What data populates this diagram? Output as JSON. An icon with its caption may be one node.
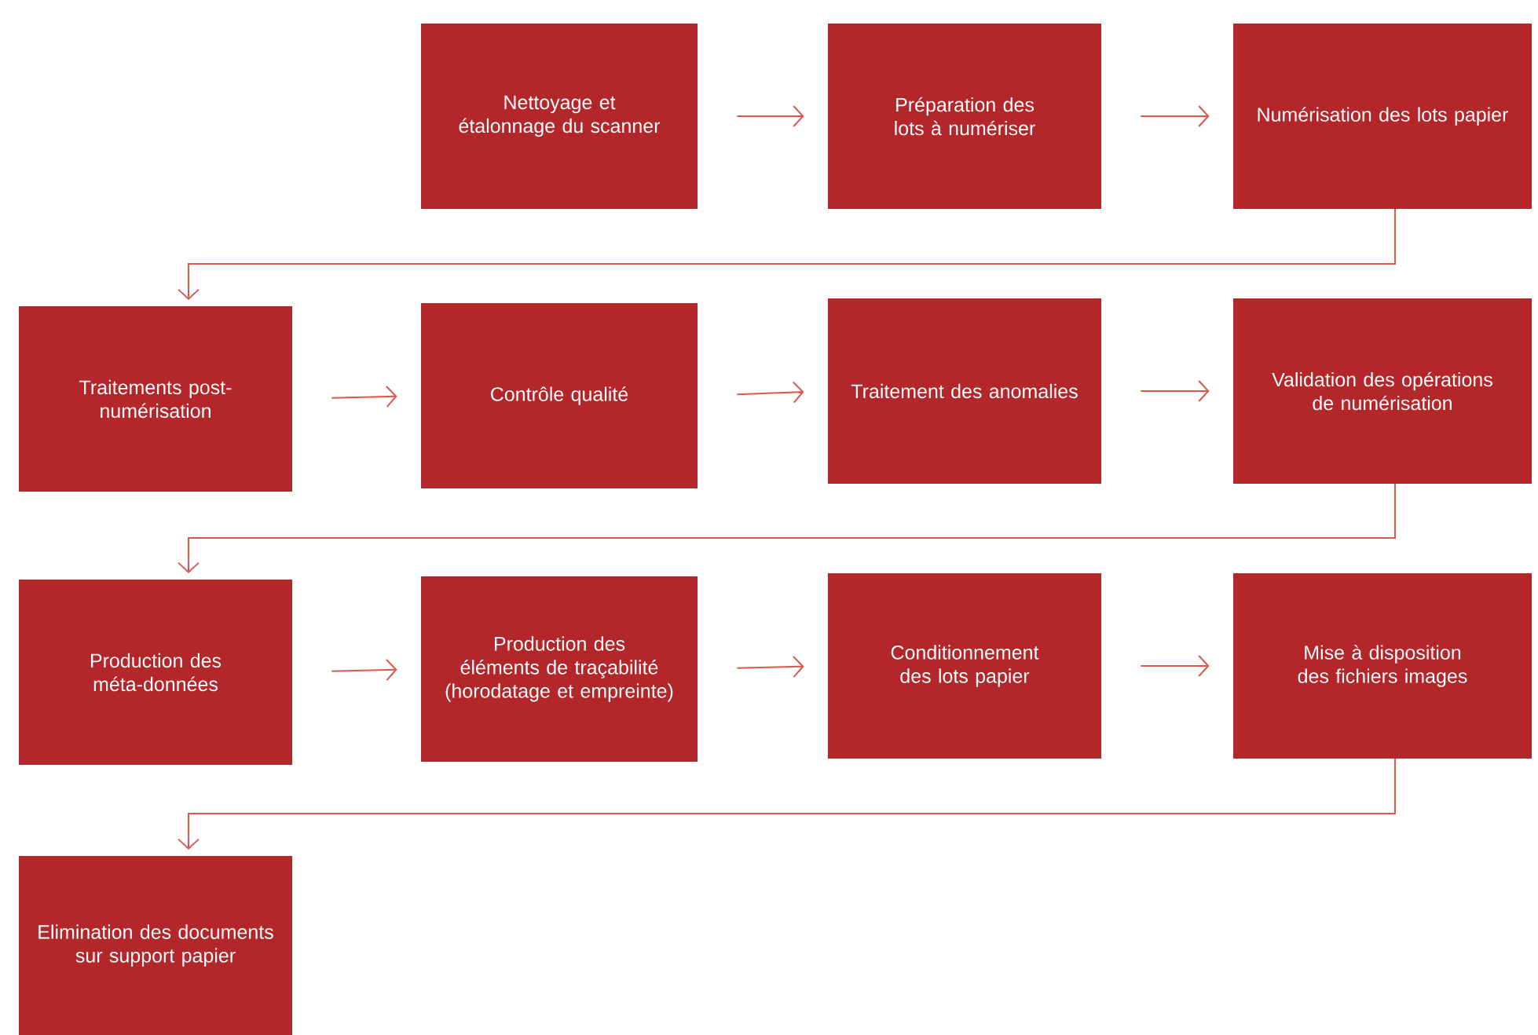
{
  "diagram": {
    "nodes": [
      {
        "text": [
          "Nettoyage et étalonnage du scanner"
        ]
      },
      {
        "text": [
          "Préparation des lots à numériser"
        ]
      },
      {
        "text": [
          "Numérisation des lots papier"
        ]
      },
      {
        "text": [
          "Traitements post-numérisation"
        ]
      },
      {
        "text": [
          "Contrôle qualité"
        ]
      },
      {
        "text": [
          "Traitement des anomalies"
        ]
      },
      {
        "text": [
          "Validation des opérations de numérisation"
        ]
      },
      {
        "text": [
          "Production des méta-données"
        ]
      },
      {
        "text": [
          "Production des éléments de traçabilité (horodatage et empreinte)"
        ]
      },
      {
        "text": [
          "Conditionnement des lots papier"
        ]
      },
      {
        "text": [
          "Mise à disposition des fichiers images"
        ]
      },
      {
        "text": [
          "Elimination des documents sur support papier"
        ]
      }
    ],
    "edges": [
      {
        "from": 0,
        "to": 1,
        "arrow": "to"
      },
      {
        "from": 1,
        "to": 2,
        "arrow": "to"
      },
      {
        "from": 2,
        "to": 3,
        "arrow": "to"
      },
      {
        "from": 3,
        "to": 4,
        "arrow": "to"
      },
      {
        "from": 4,
        "to": 5,
        "arrow": "to"
      },
      {
        "from": 5,
        "to": 6,
        "arrow": "to"
      },
      {
        "from": 6,
        "to": 7,
        "arrow": "to"
      },
      {
        "from": 7,
        "to": 8,
        "arrow": "to"
      },
      {
        "from": 8,
        "to": 9,
        "arrow": "to"
      },
      {
        "from": 9,
        "to": 10,
        "arrow": "to"
      },
      {
        "from": 10,
        "to": 11,
        "arrow": "to"
      }
    ]
  }
}
